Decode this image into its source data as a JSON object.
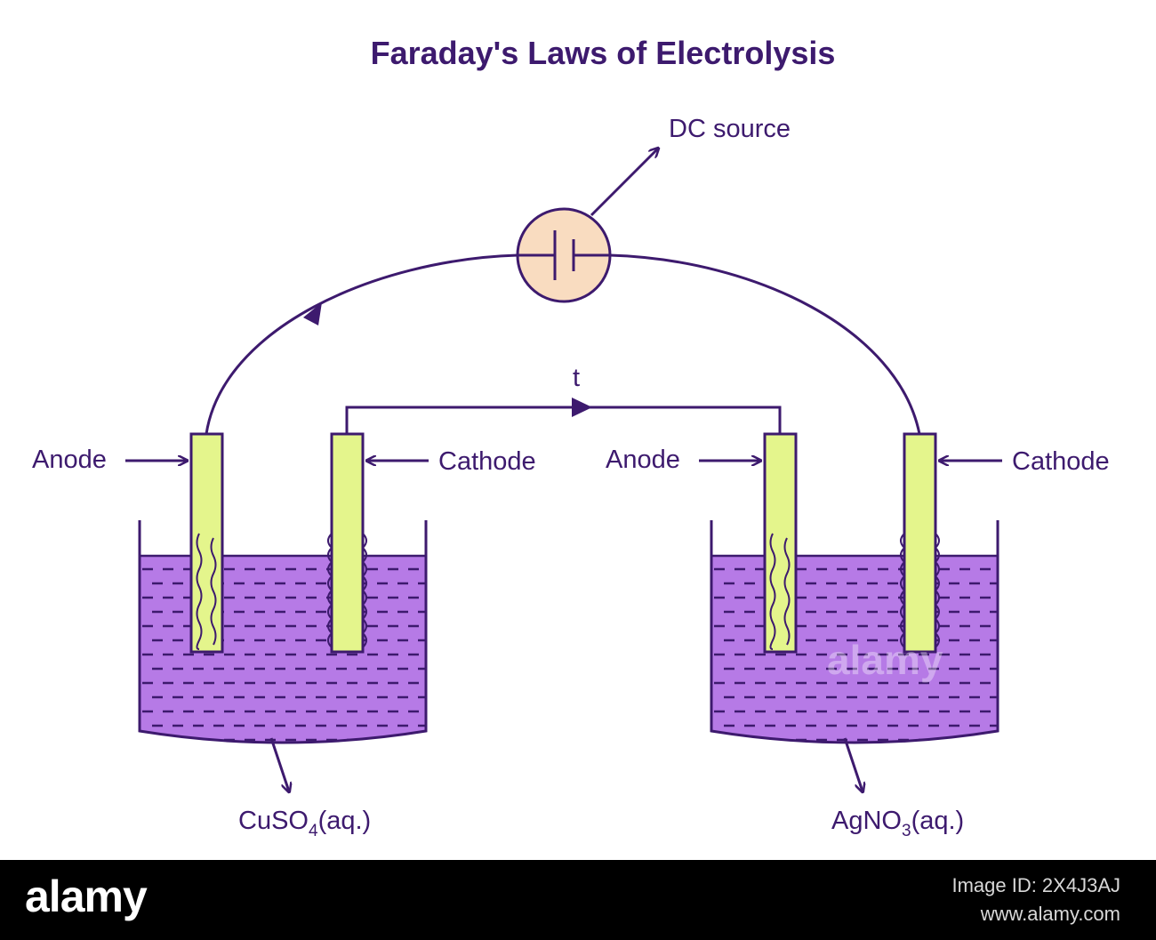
{
  "title": "Faraday's Laws of Electrolysis",
  "labels": {
    "dc_source": "DC source",
    "current": "t",
    "left_anode": "Anode",
    "left_cathode": "Cathode",
    "right_anode": "Anode",
    "right_cathode": "Cathode"
  },
  "solutions": {
    "left": {
      "formula": "CuSO",
      "subscript": "4",
      "suffix": "(aq.)"
    },
    "right": {
      "formula": "AgNO",
      "subscript": "3",
      "suffix": "(aq.)"
    }
  },
  "colors": {
    "ink": "#3d1a6e",
    "solution": "#b67ae6",
    "electrode": "#e4f58c",
    "source": "#f9dcc0"
  },
  "watermark": "alamy",
  "footer": {
    "brand": "alamy",
    "image_id": "Image ID: 2X4J3AJ",
    "site": "www.alamy.com"
  }
}
